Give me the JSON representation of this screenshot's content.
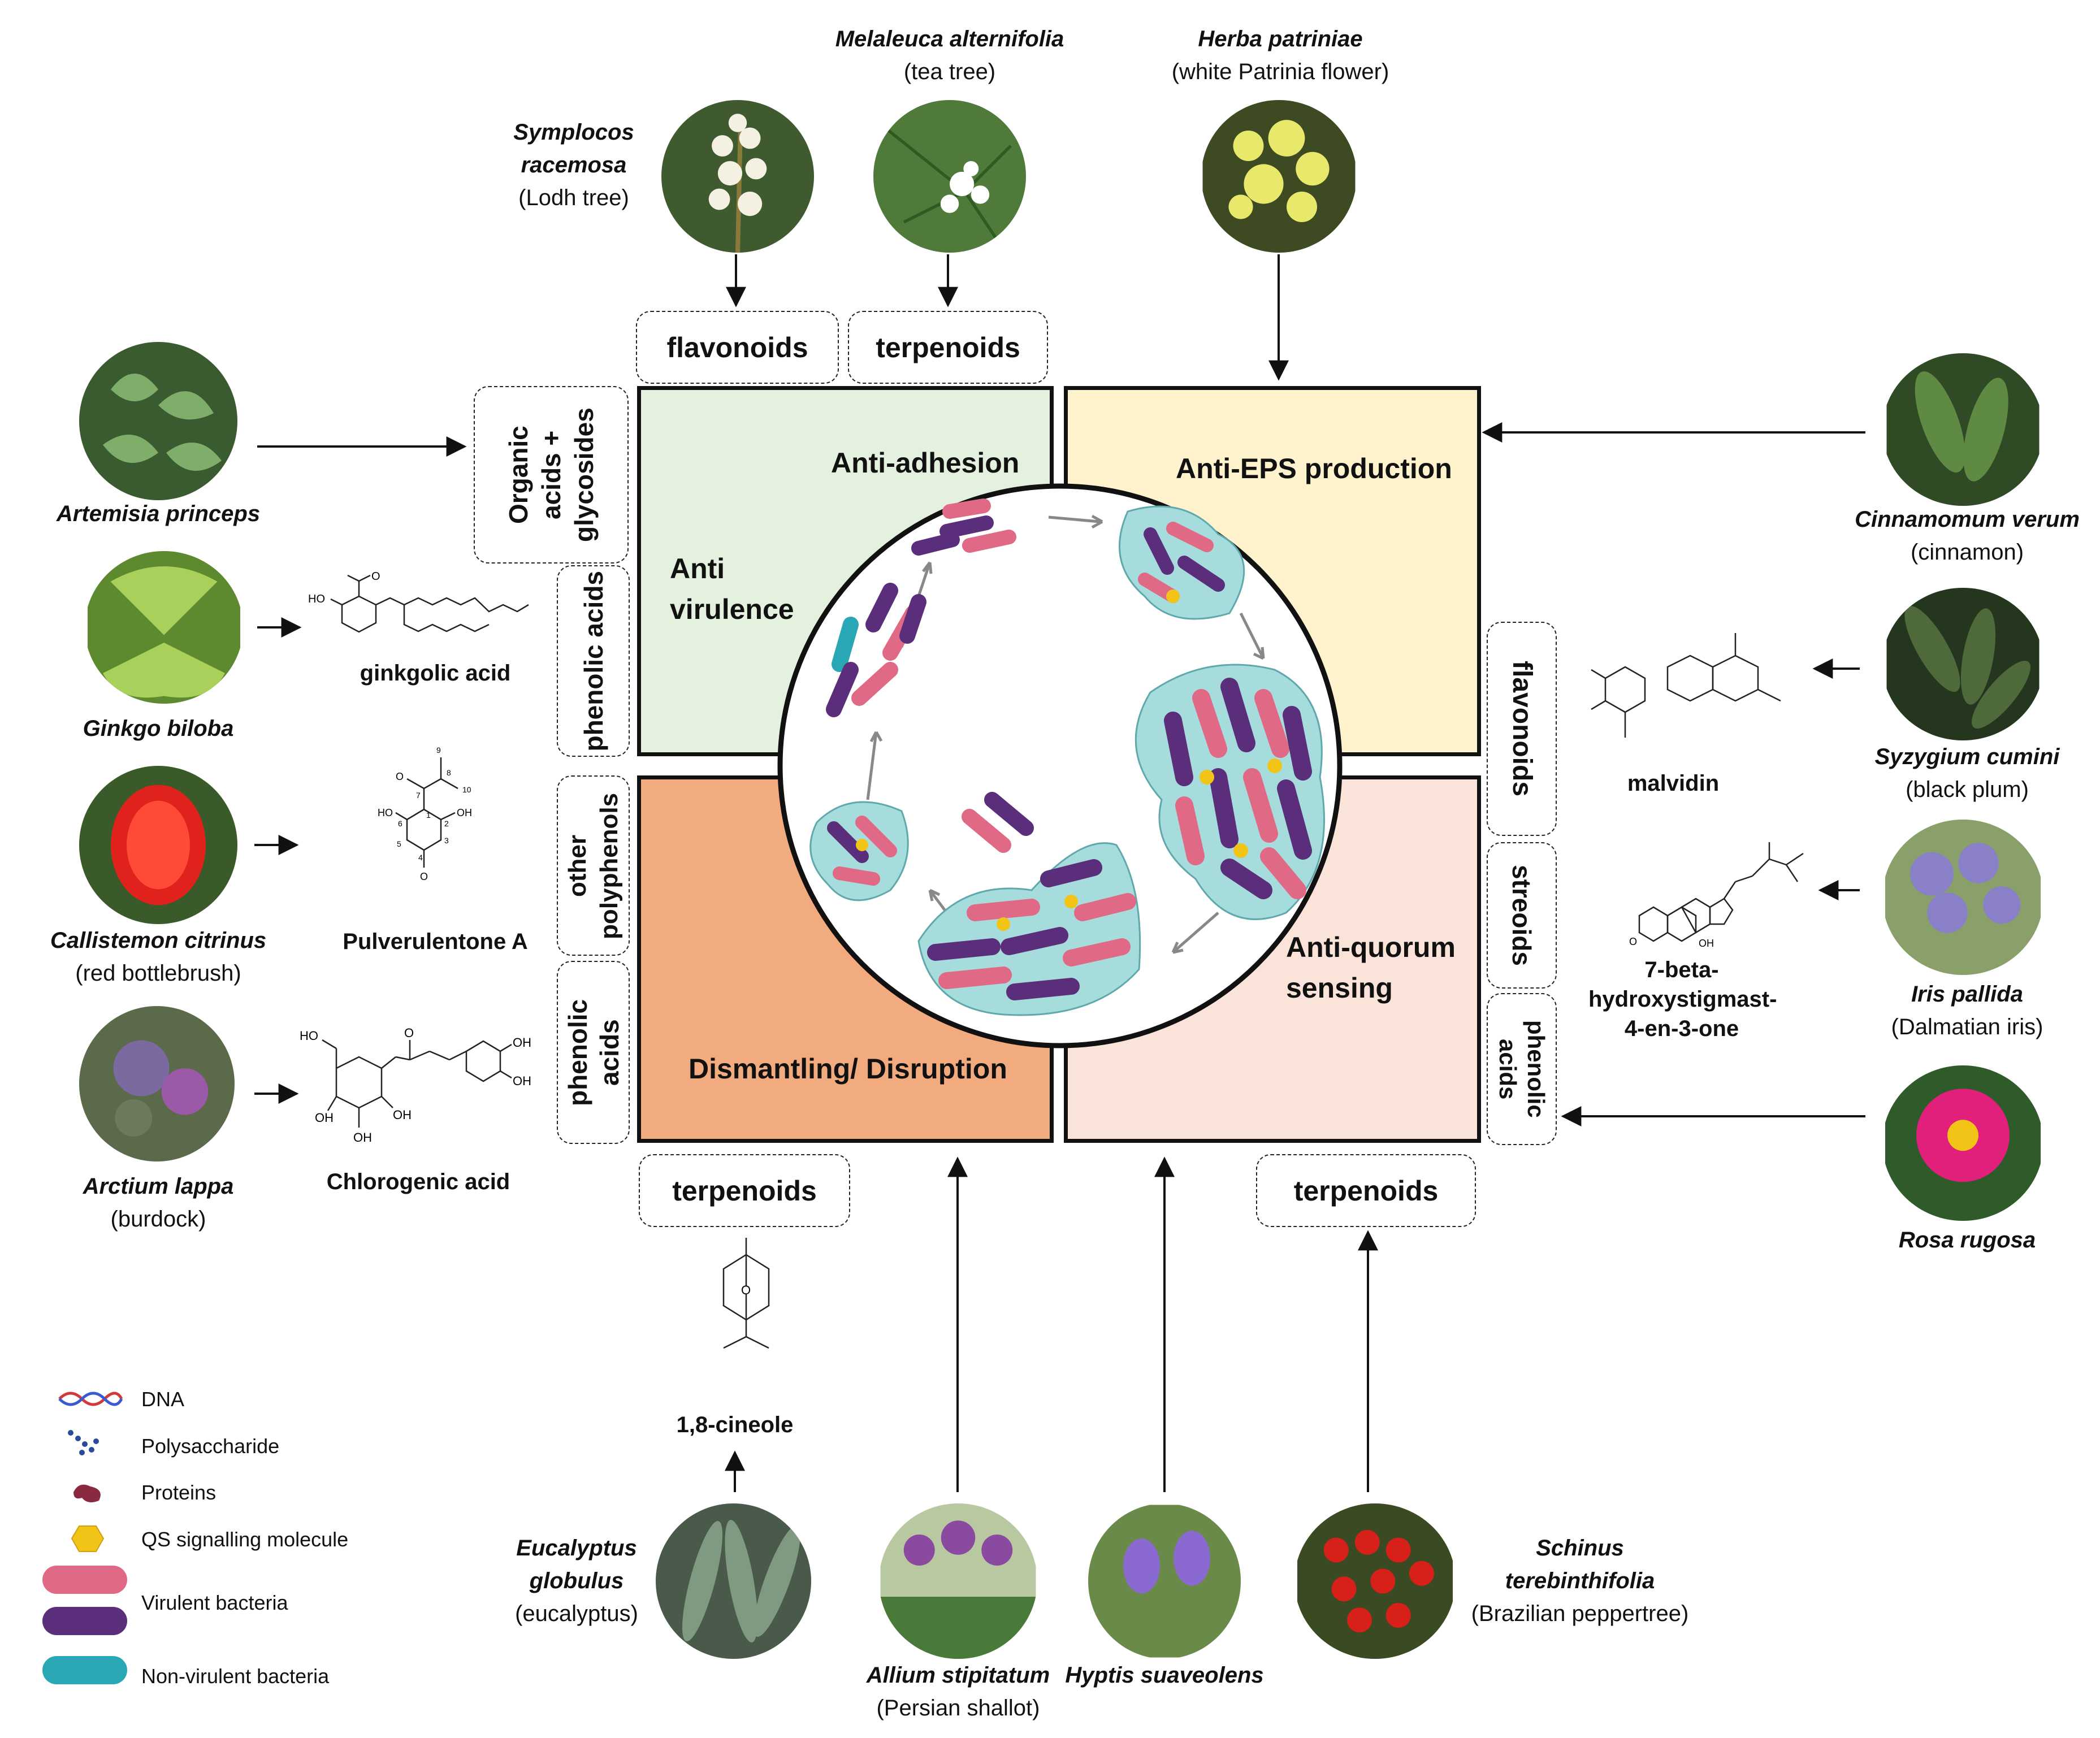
{
  "quadrants": {
    "anti_adhesion": "Anti-adhesion",
    "anti_virulence": "Anti virulence",
    "anti_eps": "Anti-EPS production",
    "anti_qs": "Anti-quorum sensing",
    "dismantling": "Dismantling/ Disruption"
  },
  "colors": {
    "anti_virulence": "#e4f1de",
    "anti_eps": "#fff3cd",
    "dismantling": "#f1ab7e",
    "anti_qs": "#fae3d8",
    "virulent_pink": "#e06a86",
    "virulent_purple": "#5b2e7c",
    "non_virulent": "#2aa7b4",
    "matrix": "#a6dcdc"
  },
  "compound_boxes": {
    "top_flavonoids": "flavonoids",
    "top_terpenoids": "terpenoids",
    "organic_acids": "Organic acids + glycosides",
    "phenolic_acids_left_top": "phenolic acids",
    "other_polyphenols": "other polyphenols",
    "phenolic_acids_left_bottom": "phenolic acids",
    "right_flavonoids": "flavonoids",
    "right_steroids": "streoids",
    "right_phenolic_acids": "phenolic acids",
    "bottom_terpenoids_left": "terpenoids",
    "bottom_terpenoids_right": "terpenoids"
  },
  "plants": {
    "symplocos": {
      "sci": "Symplocos racemosa",
      "common": "(Lodh tree)",
      "icon": "white-flower-cluster"
    },
    "melaleuca": {
      "sci": "Melaleuca alternifolia",
      "common": "(tea tree)",
      "icon": "tea-tree-flower"
    },
    "herba": {
      "sci": "Herba patriniae",
      "common": "(white Patrinia flower)",
      "icon": "yellow-flower-cluster"
    },
    "artemisia": {
      "sci": "Artemisia princeps",
      "common": "",
      "icon": "mugwort-leaves"
    },
    "ginkgo": {
      "sci": "Ginkgo biloba",
      "common": "",
      "icon": "ginkgo-leaves"
    },
    "callistemon": {
      "sci": "Callistemon citrinus",
      "common": "(red bottlebrush)",
      "icon": "red-bottlebrush"
    },
    "arctium": {
      "sci": "Arctium lappa",
      "common": "(burdock)",
      "icon": "burdock-flower"
    },
    "cinnamomum": {
      "sci": "Cinnamomum verum",
      "common": "(cinnamon)",
      "icon": "cinnamon-leaves"
    },
    "syzygium": {
      "sci": "Syzygium cumini",
      "common": "(black plum)",
      "icon": "black-plum-leaves"
    },
    "iris": {
      "sci": "Iris pallida",
      "common": "(Dalmatian iris)",
      "icon": "iris-flowers"
    },
    "rosa": {
      "sci": "Rosa rugosa",
      "common": "",
      "icon": "rose-flower"
    },
    "eucalyptus": {
      "sci": "Eucalyptus globulus",
      "common": "(eucalyptus)",
      "icon": "eucalyptus-leaves"
    },
    "allium": {
      "sci": "Allium stipitatum",
      "common": "(Persian shallot)",
      "icon": "allium-flowers"
    },
    "hyptis": {
      "sci": "Hyptis suaveolens",
      "common": "",
      "icon": "hyptis-flowers"
    },
    "schinus": {
      "sci": "Schinus terebinthifolia",
      "common": "(Brazilian peppertree)",
      "icon": "red-berries"
    }
  },
  "molecules": {
    "ginkgolic": "ginkgolic acid",
    "pulverulentone": "Pulverulentone A",
    "chlorogenic": "Chlorogenic acid",
    "malvidin": "malvidin",
    "stigmast": "7-beta-hydroxystigmast-4-en-3-one",
    "cineole": "1,8-cineole"
  },
  "atom_labels": {
    "ho": "HO",
    "o": "O",
    "oh": "OH",
    "n9": "9",
    "n8": "8",
    "n10": "10",
    "n7": "7",
    "n1": "1",
    "n2": "2",
    "n3": "3",
    "n4": "4",
    "n5": "5",
    "n6": "6"
  },
  "legend": {
    "dna": "DNA",
    "polysaccharide": "Polysaccharide",
    "proteins": "Proteins",
    "qs": "QS signalling molecule",
    "virulent": "Virulent bacteria",
    "nonvirulent": "Non-virulent bacteria"
  }
}
